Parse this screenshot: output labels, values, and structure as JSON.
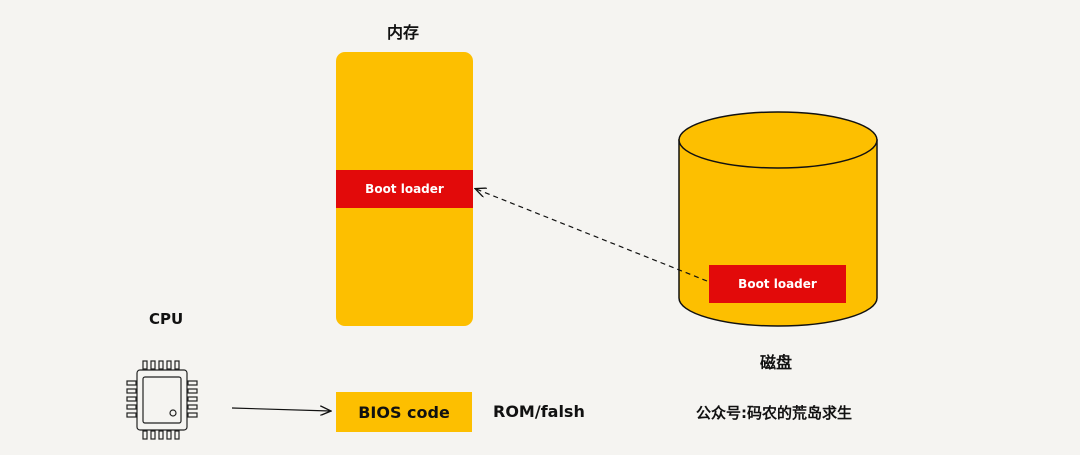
{
  "memory": {
    "title": "内存",
    "boot_loader": "Boot loader"
  },
  "disk": {
    "title": "磁盘",
    "boot_loader": "Boot loader"
  },
  "cpu": {
    "title": "CPU"
  },
  "bios": {
    "label": "BIOS code",
    "storage": "ROM/falsh"
  },
  "watermark": "公众号:码农的荒岛求生",
  "colors": {
    "background": "#f5f4f1",
    "memory_fill": "#fdbf00",
    "boot_loader_fill": "#e20a0a",
    "text": "#111111"
  }
}
